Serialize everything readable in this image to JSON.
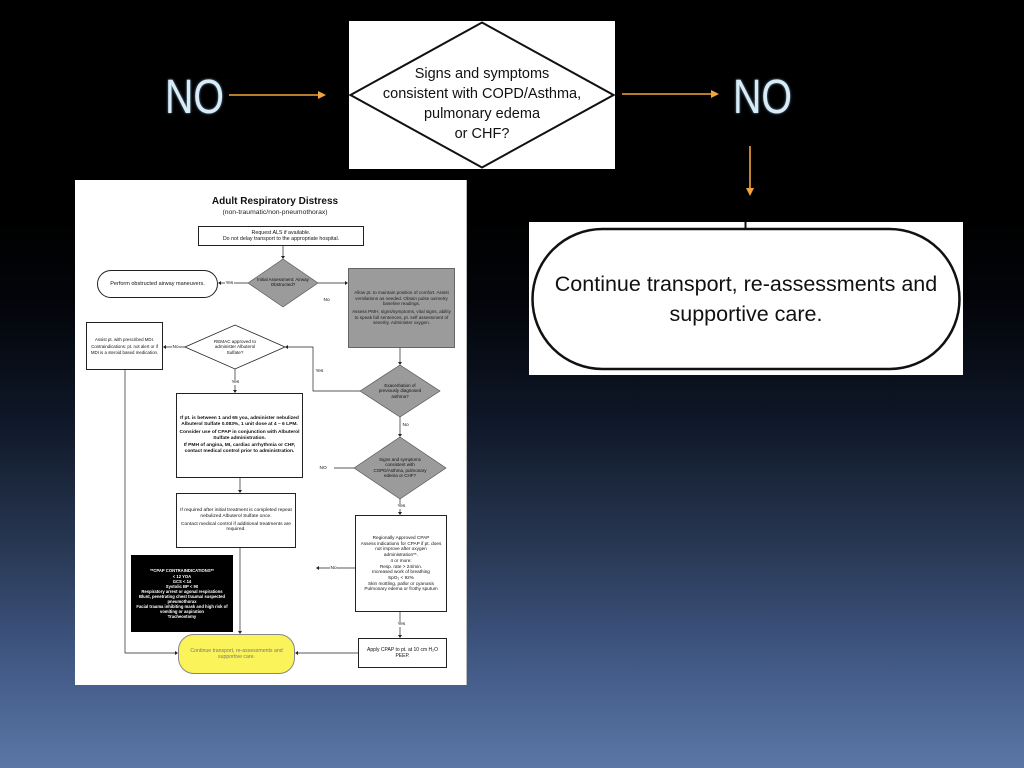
{
  "slide": {
    "no_left": "NO",
    "no_right": "NO",
    "decision": {
      "lines": [
        "Signs and symptoms",
        "consistent with COPD/Asthma,",
        "pulmonary edema",
        "or CHF?"
      ]
    },
    "terminal": {
      "lines": [
        "Continue transport, re-assessments and",
        "supportive care."
      ]
    }
  },
  "colors": {
    "arrow": "#f2a53a",
    "no_text": "#d8ecf7",
    "flow_gray": "#9b9b9b",
    "highlight_yellow": "#fbf35a",
    "contraindication_box": "#000000"
  },
  "flowchart": {
    "title": "Adult Respiratory Distress",
    "subtitle": "(non-traumatic/non-pneumothorax)",
    "request_als": [
      "Request ALS if available.",
      "Do not delay transport to the appropriate hospital."
    ],
    "obstructed_airway": "Perform obstructed airway maneuvers.",
    "initial_assessment": "Initial Assessment: Airway Obstructed?",
    "position_of_comfort": [
      "Allow pt. to maintain position of comfort. Assist ventilations as needed. Obtain pulse oximetry baseline readings.",
      "Assess PMH, signs/symptoms, vital signs, ability to speak full sentences, pt. self assessment of severity. Administer oxygen."
    ],
    "assist_mdi": [
      "Assist pt. with prescribed MDI.",
      "Contraindications: pt. not alert or if MDI is a steroid based medication."
    ],
    "remac": "REMAC approved to administer Albuterol Sulfate?",
    "exacerbation": "Exacerbation of previously diagnosed asthma?",
    "albuterol": [
      "If pt. is between 1 and 65 yoa, administer nebulized Albuterol Sulfate 0.083%, 1 unit dose at 4 – 6 LPM.",
      "Consider use of CPAP in conjunction with Albuterol Sulfate administration.",
      "If PMH of angina, MI, cardiac arrhythmia or CHF, contact medical control prior to administration."
    ],
    "signs_symptoms": "Signs and symptoms consistent with COPD/Asthma, pulmonary edema or CHF?",
    "repeat_albuterol": [
      "If required after initial treatment is completed repeat nebulized Albuterol Sulfate once.",
      "Contact medical control if additional treatments are required."
    ],
    "cpap_assessment": [
      "Regionally Approved CPAP",
      "Assess indications for CPAP if pt. does not improve after oxygen administration**.",
      "4 or more:",
      "Resp. rate > 24/min.",
      "Increased work of breathing",
      "SpO₂ < 92%",
      "Skin mottling, pallor or cyanosis",
      "Pulmonary edema or frothy sputum"
    ],
    "cpap_contraindications": {
      "heading": "**CPAP CONTRAINDICATIONS**",
      "items": [
        "< 12 YOA",
        "GCS < 14",
        "Systolic BP < 90",
        "Respiratory arrest or agonal respirations",
        "Blunt, penetrating chest trauma/ suspected pneumothorax",
        "Facial trauma inhibiting mask and high risk of vomiting or aspiration",
        "Tracheostomy"
      ]
    },
    "continue_transport": "Continue transport, re-assessments and supportive care.",
    "apply_cpap": "Apply CPAP to pt. at 10 cm H₂O PEEP.",
    "connector_labels": {
      "obstructed_yes": "Yes",
      "obstructed_no": "No",
      "remac_no": "No",
      "exacerbation_yes": "Yes",
      "remac_yes": "Yes",
      "exacerbation_no": "No",
      "signs_no": "NO",
      "signs_yes": "Yes",
      "cpap_no": "No",
      "cpap_yes": "Yes"
    }
  }
}
